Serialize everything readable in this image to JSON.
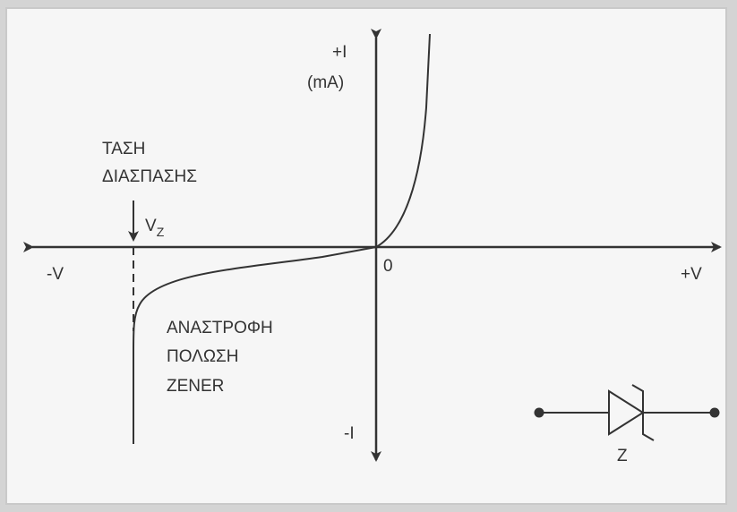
{
  "labels": {
    "plus_i": "+I",
    "ma": "(mA)",
    "minus_i": "-I",
    "minus_v": "-V",
    "plus_v": "+V",
    "origin": "0",
    "tash": "ΤΑΣΗ",
    "diaspashs": "ΔΙΑΣΠΑΣΗΣ",
    "vz": "V",
    "vz_sub": "Z",
    "anastrofh": "ΑΝΑΣΤΡΟΦΗ",
    "polwsh": "ΠΟΛΩΣΗ",
    "zener": "ZENER",
    "symbol_z": "Z"
  },
  "colors": {
    "ink": "#333333",
    "paper": "#f6f6f6",
    "border": "#c9c9c9"
  }
}
